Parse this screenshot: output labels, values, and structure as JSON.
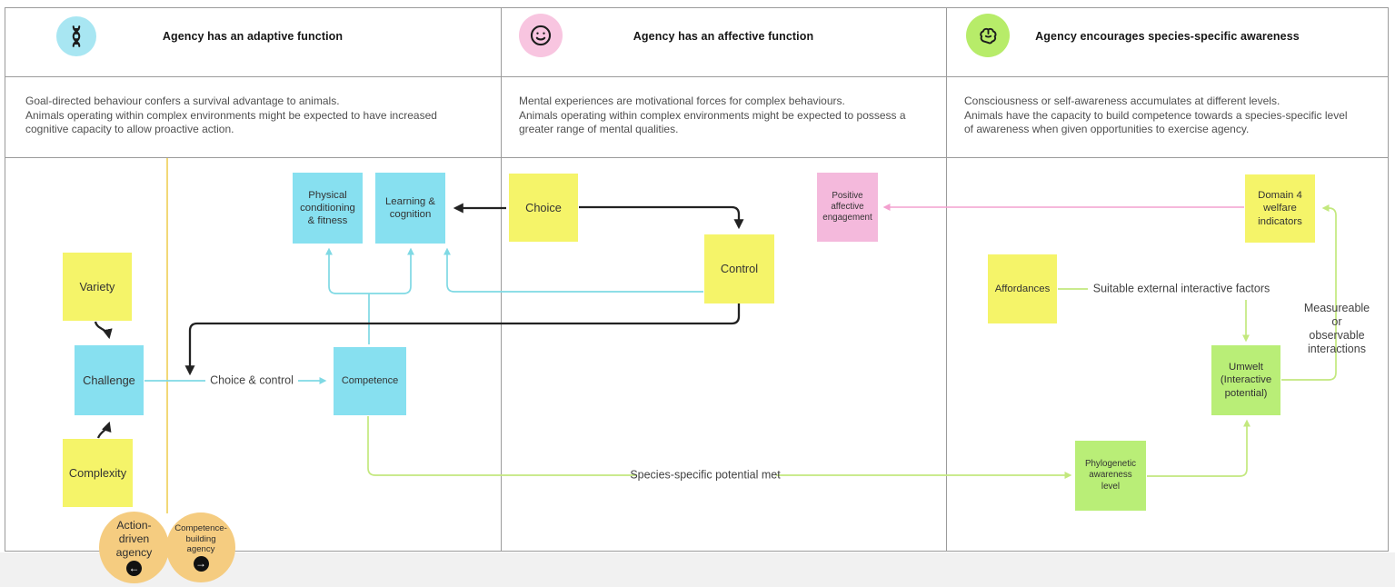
{
  "colors": {
    "sticky_yellow": "#f5f469",
    "sticky_cyan": "#87e0f0",
    "sticky_pink": "#f4b9dc",
    "sticky_green": "#b9ee77",
    "agency_circle_orange": "#f5cc80",
    "header_circle_cyan": "#a8e6f2",
    "header_circle_pink": "#f8c5e0",
    "header_circle_green": "#b7ec69",
    "connector_black": "#222222",
    "connector_cyan": "#7fd9e4",
    "connector_green": "#c3e87e",
    "connector_pink": "#f3a0cf",
    "connector_orange": "#f0d468",
    "grid_gray": "#9b9b9b"
  },
  "columns": [
    {
      "title": "Agency has an adaptive function",
      "icon": "dna-icon",
      "description": "Goal-directed behaviour confers a survival advantage to animals.\nAnimals operating within complex environments might be expected to have increased\ncognitive capacity to allow proactive action."
    },
    {
      "title": "Agency has an affective function",
      "icon": "smiley-icon",
      "description": "Mental experiences are motivational forces for complex behaviours.\nAnimals operating within complex environments might be expected to possess a\ngreater range of mental qualities."
    },
    {
      "title": "Agency encourages species-specific awareness",
      "icon": "brain-icon",
      "description": "Consciousness or self-awareness accumulates at different levels.\nAnimals have the capacity to build competence towards a species-specific level\nof awareness when given opportunities to exercise agency."
    }
  ],
  "nodes": {
    "variety": "Variety",
    "challenge": "Challenge",
    "complexity": "Complexity",
    "physical_conditioning": "Physical\nconditioning\n& fitness",
    "learning_cognition": "Learning &\ncognition",
    "competence": "Competence",
    "choice": "Choice",
    "control": "Control",
    "positive_affective": "Positive\naffective\nengagement",
    "domain4": "Domain 4\nwelfare\nindicators",
    "affordances": "Affordances",
    "umwelt": "Umwelt\n(Interactive\npotential)",
    "phylogenetic": "Phylogenetic\nawareness\nlevel"
  },
  "edge_labels": {
    "choice_control": "Choice & control",
    "suitable_external": "Suitable external interactive factors",
    "measureable": "Measureable or\nobservable\ninteractions",
    "species_specific": "Species-specific potential met"
  },
  "badges": {
    "action_driven": {
      "label": "Action-\ndriven\nagency",
      "arrow": "←"
    },
    "competence_building": {
      "label": "Competence-\nbuilding\nagency",
      "arrow": "→"
    }
  }
}
